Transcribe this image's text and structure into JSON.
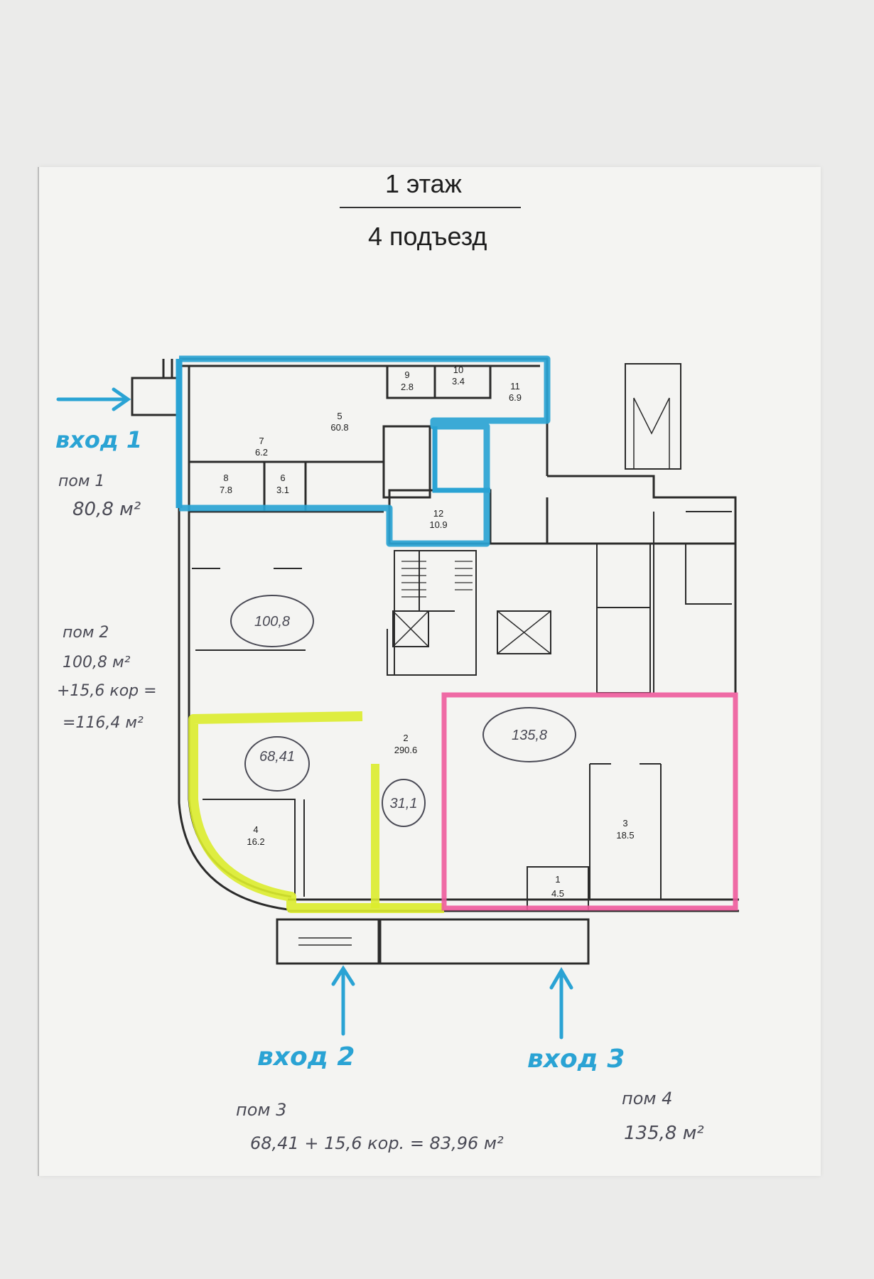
{
  "header": {
    "floor": "1 этаж",
    "entrance": "4 подъезд"
  },
  "rooms": [
    {
      "num": "1",
      "area": "4.5"
    },
    {
      "num": "2",
      "area": "290.6"
    },
    {
      "num": "3",
      "area": "18.5"
    },
    {
      "num": "4",
      "area": "16.2"
    },
    {
      "num": "5",
      "area": "60.8"
    },
    {
      "num": "6",
      "area": "3.1"
    },
    {
      "num": "7",
      "area": "6.2"
    },
    {
      "num": "8",
      "area": "7.8"
    },
    {
      "num": "9",
      "area": "2.8"
    },
    {
      "num": "10",
      "area": "3.4"
    },
    {
      "num": "11",
      "area": "6.9"
    },
    {
      "num": "12",
      "area": "10.9"
    }
  ],
  "circled": {
    "a": "100,8",
    "b": "68,41",
    "c": "31,1",
    "d": "135,8"
  },
  "entrances": {
    "e1": "вход 1",
    "e2": "вход 2",
    "e3": "вход 3"
  },
  "notes": {
    "pom1_title": "пом 1",
    "pom1_area": "80,8 м²",
    "pom2_title": "пом 2",
    "pom2_line1": "100,8 м²",
    "pom2_line2": "+15,6 кор =",
    "pom2_line3": "=116,4 м²",
    "pom3_title": "пом 3",
    "pom3_formula": "68,41 + 15,6 кор. = 83,96 м²",
    "pom4_title": "пом 4",
    "pom4_area": "135,8 м²"
  },
  "colors": {
    "blue": "#2aa3d4",
    "yellow": "#dcec2c",
    "pink": "#ee5b9c",
    "wall": "#2b2b2b",
    "handwriting": "#4a4a55"
  }
}
